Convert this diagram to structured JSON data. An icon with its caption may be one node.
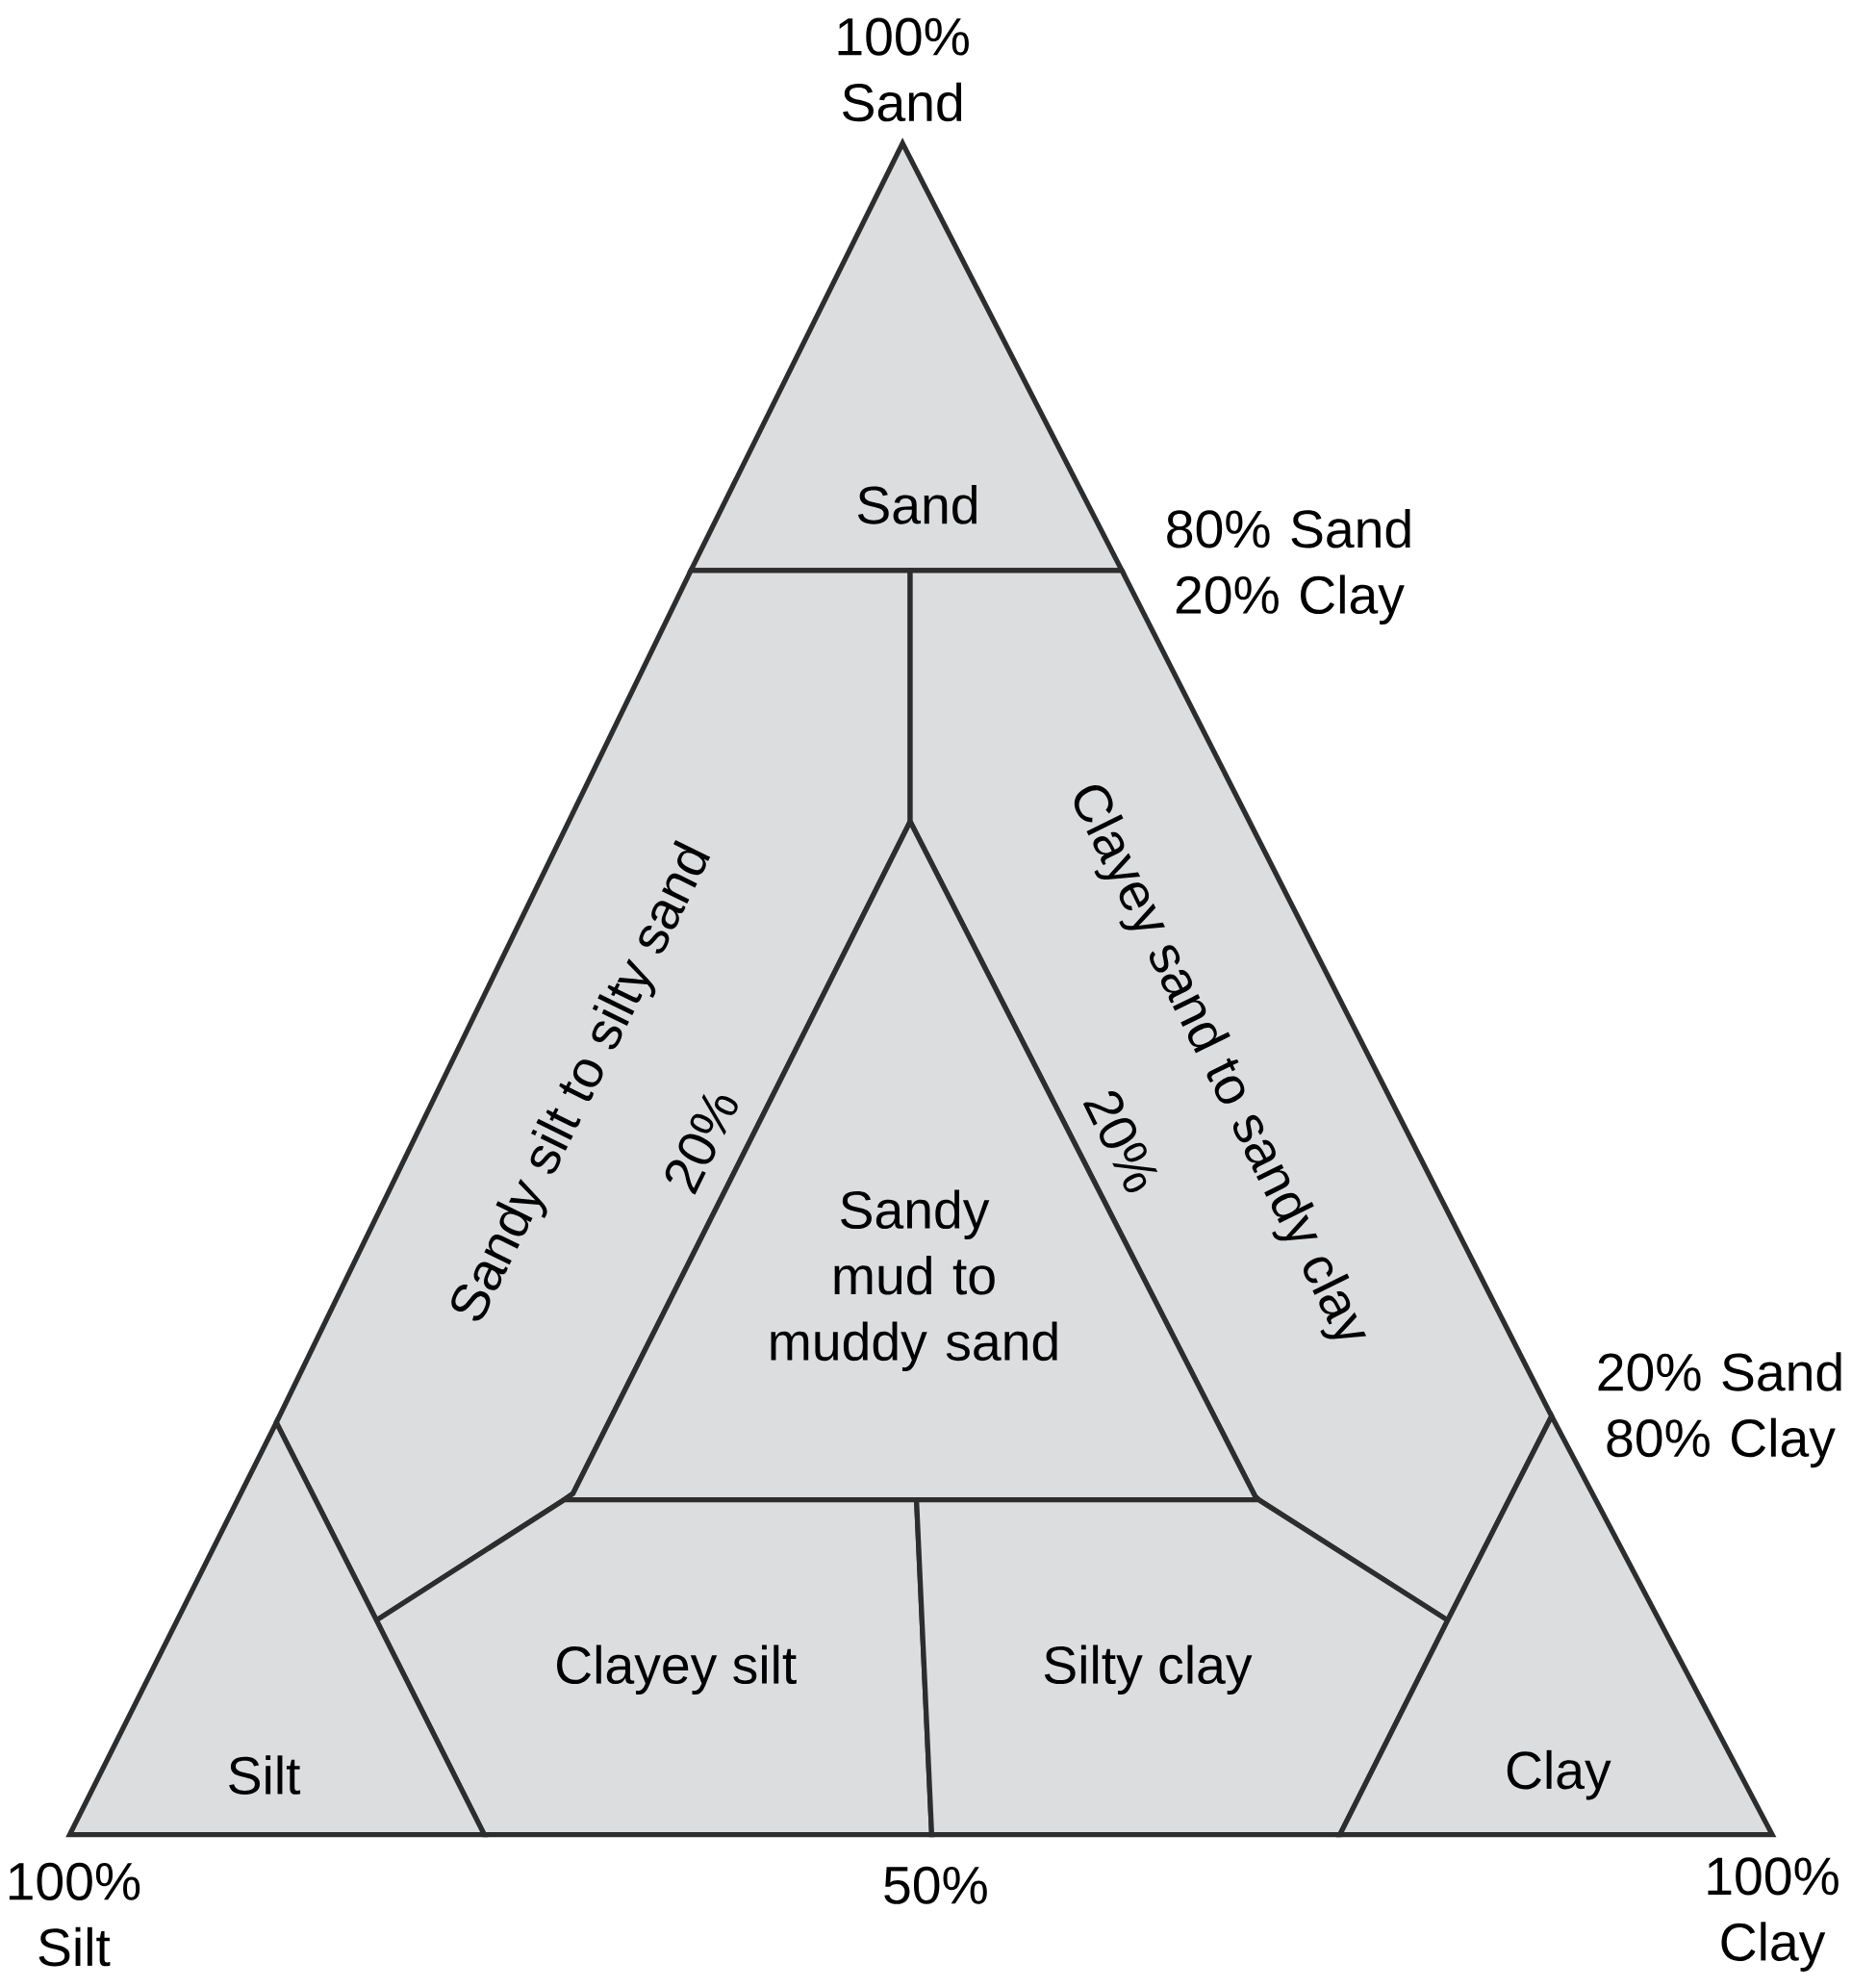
{
  "diagram": {
    "nodes": [
      {
        "text": [
          "Sand"
        ]
      },
      {
        "text": [
          "Sandy silt to silty sand"
        ]
      },
      {
        "text": [
          "Clayey sand to sandy clay"
        ]
      },
      {
        "text": [
          "Sandy mud to muddy sand"
        ]
      },
      {
        "text": [
          "Clayey silt"
        ]
      },
      {
        "text": [
          "Silty clay"
        ]
      },
      {
        "text": [
          "Silt"
        ]
      },
      {
        "text": [
          "Clay"
        ]
      }
    ],
    "labels": [
      "100% Sand",
      "80% Sand 20% Clay",
      "20%",
      "20%",
      "20% Sand 80% Clay",
      "100% Silt",
      "50%",
      "100% Clay"
    ]
  }
}
